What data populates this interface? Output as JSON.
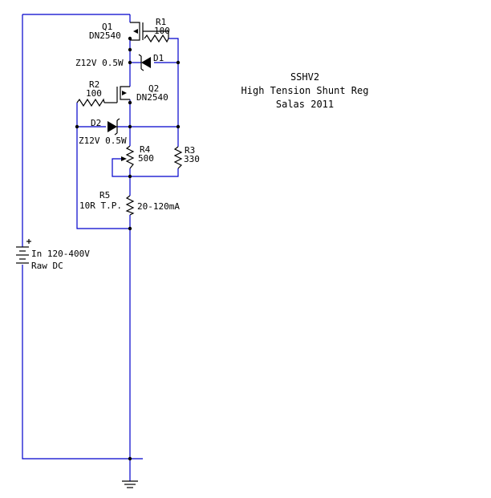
{
  "title": {
    "line1": "SSHV2",
    "line2": "High Tension Shunt Reg",
    "line3": "Salas 2011"
  },
  "components": {
    "q1": {
      "ref": "Q1",
      "value": "DN2540"
    },
    "r1": {
      "ref": "R1",
      "value": "100"
    },
    "d1": {
      "ref": "D1",
      "value": "Z12V 0.5W"
    },
    "r2": {
      "ref": "R2",
      "value": "100"
    },
    "q2": {
      "ref": "Q2",
      "value": "DN2540"
    },
    "d2": {
      "ref": "D2",
      "value": "Z12V 0.5W"
    },
    "r4": {
      "ref": "R4",
      "value": "500"
    },
    "r3": {
      "ref": "R3",
      "value": "330"
    },
    "r5": {
      "ref": "R5",
      "value": "10R T.P."
    },
    "current": "20-120mA",
    "source": {
      "line1": "In 120-400V",
      "line2": "Raw DC"
    }
  },
  "colors": {
    "wire": "#0000cc",
    "component": "#000000",
    "background": "#ffffff"
  }
}
